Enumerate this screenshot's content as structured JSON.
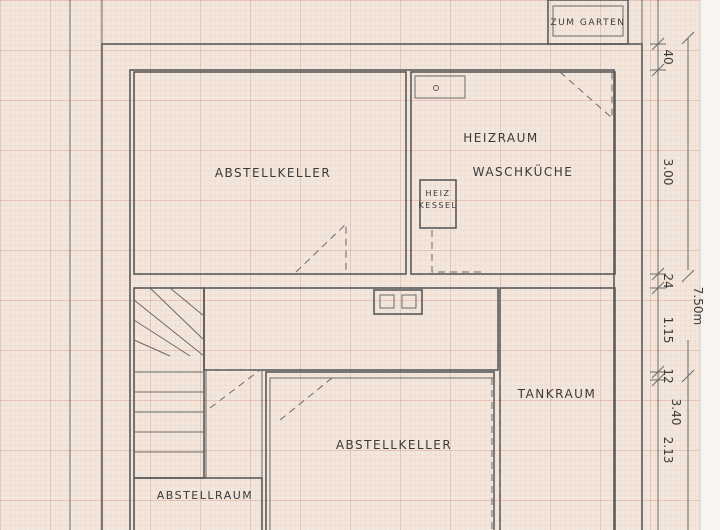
{
  "rooms": {
    "zum_garten": "ZUM GARTEN",
    "abstellkeller_top": "ABSTELLKELLER",
    "heizraum": "HEIZRAUM",
    "waschkueche": "WASCHKÜCHE",
    "heiz": "HEIZ",
    "kessel": "KESSEL",
    "tankraum": "TANKRAUM",
    "abstellkeller_bottom": "ABSTELLKELLER",
    "abstellraum": "ABSTELLRAUM"
  },
  "dimensions": {
    "d1": "40",
    "d2": "3.00",
    "d3": "24",
    "d4": "1.15",
    "d5": "12",
    "d6": "2.13",
    "total_left": "7.50m",
    "total_right": "3.40"
  },
  "colors": {
    "paper": "#f3e6dc",
    "grid_minor": "#e7c7b4",
    "grid_major": "#d9a58c",
    "ink": "#5a5a5a"
  }
}
